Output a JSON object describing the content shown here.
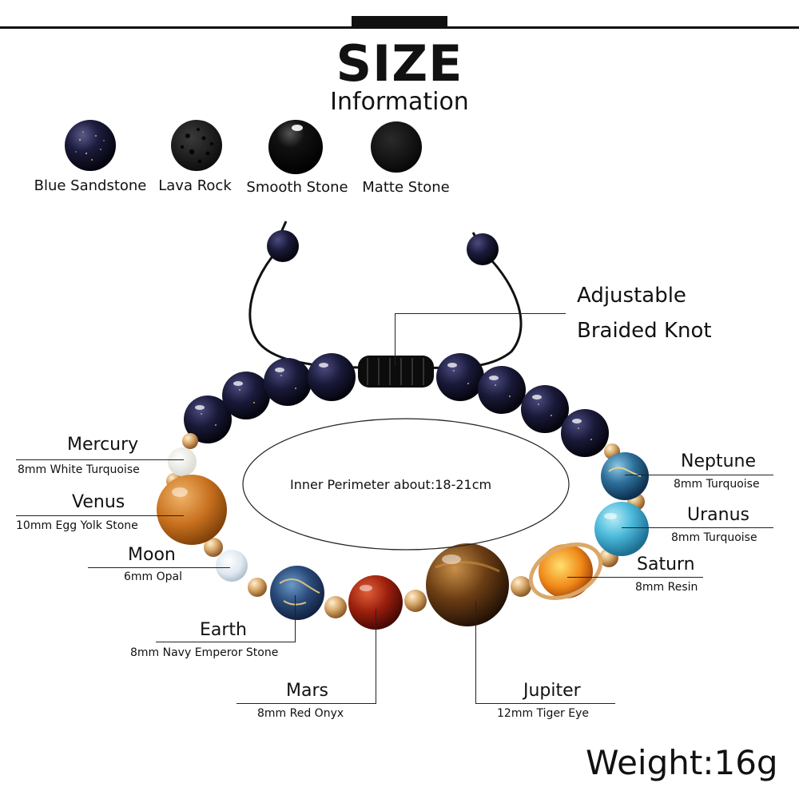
{
  "header": {
    "title": "SIZE",
    "subtitle": "Information"
  },
  "legend": [
    {
      "label": "Blue Sandstone",
      "icon": "blue-sandstone-bead"
    },
    {
      "label": "Lava Rock",
      "icon": "lava-rock-bead"
    },
    {
      "label": "Smooth Stone",
      "icon": "smooth-stone-bead"
    },
    {
      "label": "Matte Stone",
      "icon": "matte-stone-bead"
    }
  ],
  "knot": {
    "line1": "Adjustable",
    "line2": "Braided Knot"
  },
  "inner": {
    "text": "Inner Perimeter about:18-21cm"
  },
  "planets": {
    "mercury": {
      "name": "Mercury",
      "desc": "8mm White Turquoise"
    },
    "venus": {
      "name": "Venus",
      "desc": "10mm Egg Yolk Stone"
    },
    "moon": {
      "name": "Moon",
      "desc": "6mm Opal"
    },
    "earth": {
      "name": "Earth",
      "desc": "8mm Navy Emperor Stone"
    },
    "mars": {
      "name": "Mars",
      "desc": "8mm Red Onyx"
    },
    "jupiter": {
      "name": "Jupiter",
      "desc": "12mm Tiger Eye"
    },
    "saturn": {
      "name": "Saturn",
      "desc": "8mm Resin"
    },
    "uranus": {
      "name": "Uranus",
      "desc": "8mm Turquoise"
    },
    "neptune": {
      "name": "Neptune",
      "desc": "8mm Turquoise"
    }
  },
  "weight": {
    "text": "Weight:16g"
  },
  "colors": {
    "blue_sandstone": "#1a1a3a",
    "gold": "#d9a86a",
    "tiger_eye": "#6b3d14",
    "red_onyx": "#9a1e0c",
    "egg_yolk": "#c8701e",
    "turquoise": "#4bb9da",
    "imperial_blue": "#2d6f9a"
  }
}
